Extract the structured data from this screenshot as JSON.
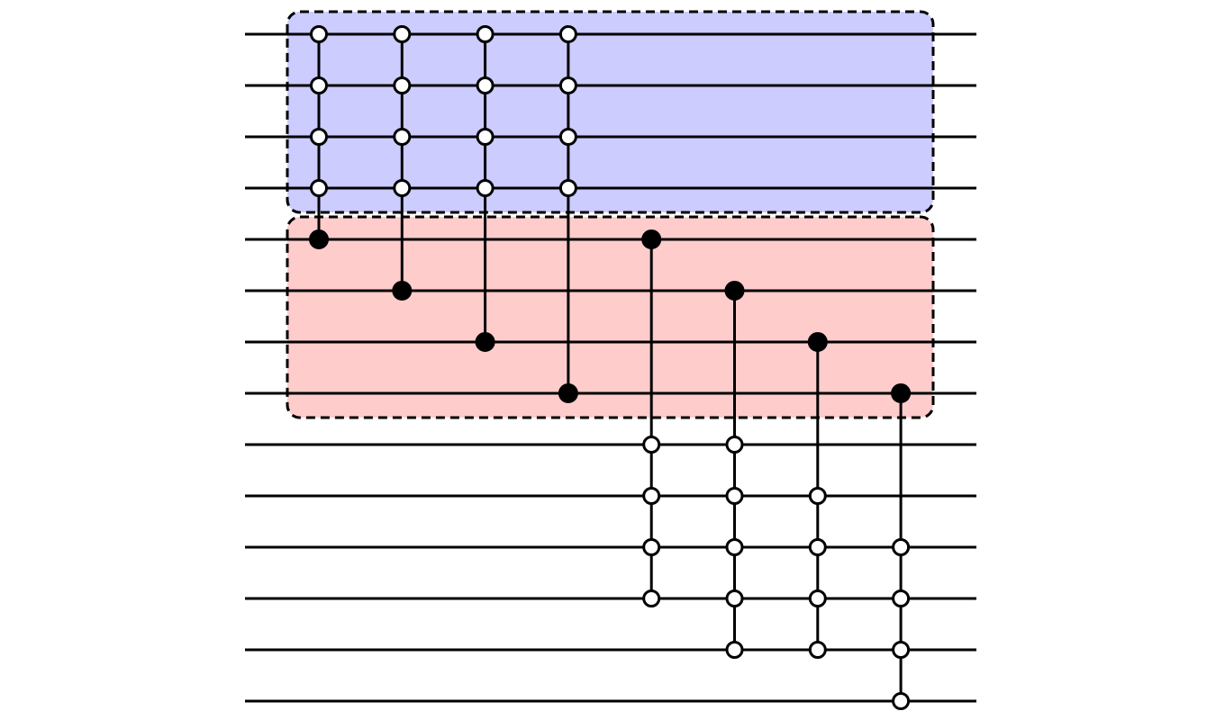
{
  "diagram": {
    "type": "quantum-circuit",
    "wire_count": 14,
    "regions": [
      {
        "name": "upper-register-box",
        "wires": [
          0,
          3
        ],
        "fill": "#ccccff"
      },
      {
        "name": "lower-register-box",
        "wires": [
          4,
          7
        ],
        "fill": "#ffcccc"
      }
    ],
    "gates": [
      {
        "target": 4,
        "controls": [
          0,
          1,
          2,
          3
        ]
      },
      {
        "target": 5,
        "controls": [
          0,
          1,
          2,
          3
        ]
      },
      {
        "target": 6,
        "controls": [
          0,
          1,
          2,
          3
        ]
      },
      {
        "target": 7,
        "controls": [
          0,
          1,
          2,
          3
        ]
      },
      {
        "target": 4,
        "controls": [
          8,
          9,
          10,
          11
        ]
      },
      {
        "target": 5,
        "controls": [
          8,
          9,
          10,
          11,
          12
        ]
      },
      {
        "target": 6,
        "controls": [
          9,
          10,
          11,
          12
        ]
      },
      {
        "target": 7,
        "controls": [
          10,
          11,
          12,
          13
        ]
      }
    ]
  }
}
